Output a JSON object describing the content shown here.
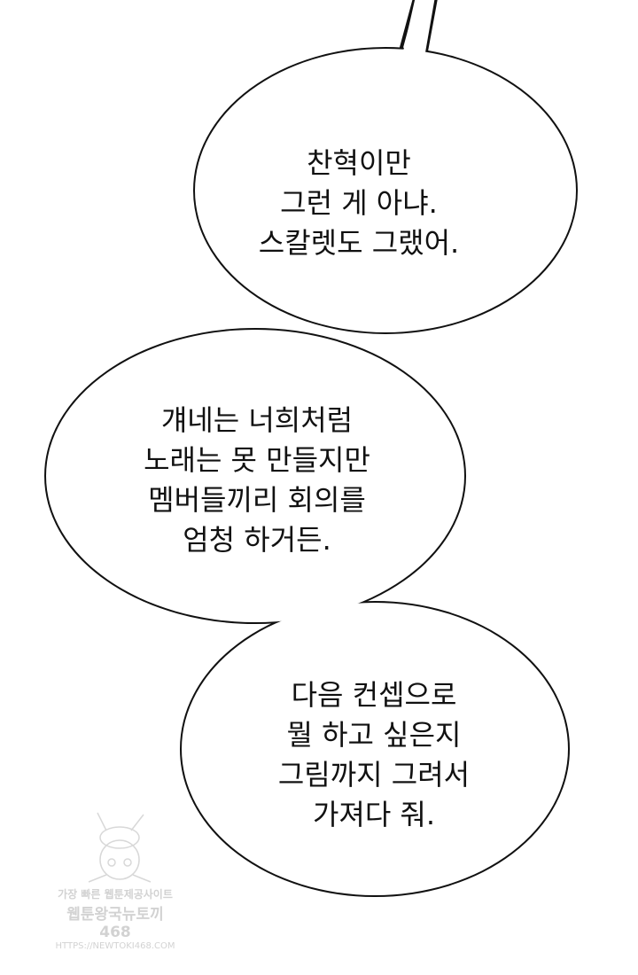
{
  "bubbles": [
    {
      "lines": [
        "찬혁이만",
        "그런 게 아냐.",
        "스칼렛도 그랬어."
      ]
    },
    {
      "lines": [
        "걔네는 너희처럼",
        "노래는 못 만들지만",
        "멤버들끼리 회의를",
        "엄청 하거든."
      ]
    },
    {
      "lines": [
        "다음 컨셉으로",
        "뭘 하고 싶은지",
        "그림까지 그려서",
        "가져다 줘."
      ]
    }
  ],
  "watermark": {
    "line1": "가장 빠른 웹툰제공사이트",
    "line2": "웹툰왕국뉴토끼468",
    "line3": "HTTPS://NEWTOKI468.COM"
  }
}
